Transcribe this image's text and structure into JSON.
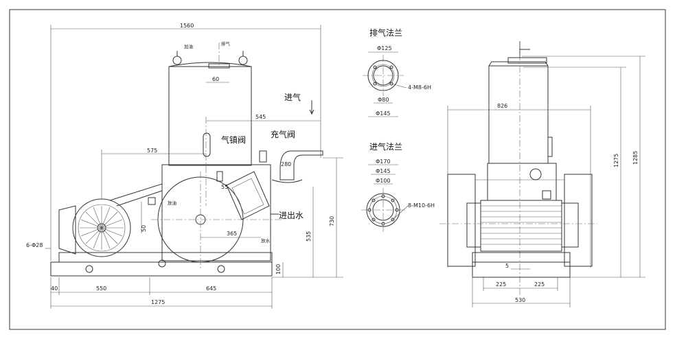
{
  "drawing": {
    "overall_width": "1560",
    "base_length": "1275",
    "base_left": "550",
    "base_right": "645",
    "edge_40": "40",
    "holes": "6-Φ28",
    "dim_575": "575",
    "dim_545": "545",
    "dim_60": "60",
    "dim_55": "55",
    "dim_365": "365",
    "dim_50": "50",
    "dim_280": "280",
    "dim_730": "730",
    "dim_535": "535",
    "dim_100": "100",
    "label_drain_oil_top": "加油",
    "label_exhaust": "排气",
    "label_intake": "进气",
    "label_gas_ballast": "气镇阀",
    "label_fill_valve": "充气阀",
    "label_water": "进出水",
    "label_drain_oil": "放油",
    "label_drain_water": "放水"
  },
  "exhaust_flange": {
    "title": "排气法兰",
    "d_outer": "Φ125",
    "d_inner": "Φ80",
    "d_pcd": "Φ145",
    "thread": "4-M8-6H"
  },
  "intake_flange": {
    "title": "进气法兰",
    "d_outer": "Φ170",
    "d_pcd": "Φ145",
    "d_inner": "Φ100",
    "thread": "8-M10-6H"
  },
  "side_view": {
    "width_826": "826",
    "height_1275": "1275",
    "height_1285": "1285",
    "gap_5": "5",
    "half_left": "225",
    "half_right": "225",
    "total_530": "530"
  }
}
